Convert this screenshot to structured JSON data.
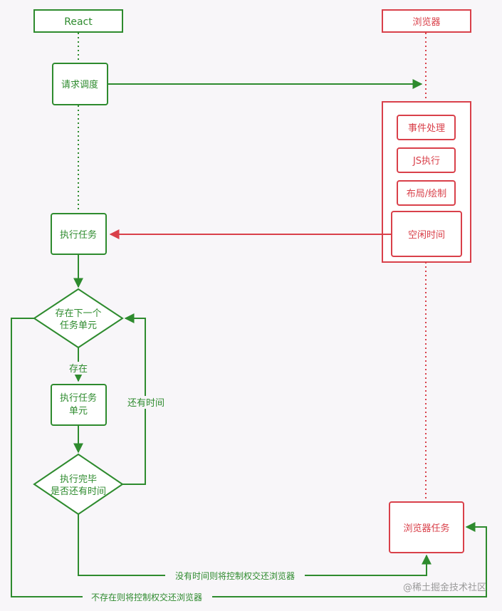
{
  "colors": {
    "react_green": "#2e8b2e",
    "browser_red": "#d9404a",
    "background": "#f8f6f9",
    "box_fill": "#ffffff",
    "watermark": "#9a9a9a"
  },
  "nodes": {
    "react_header": "React",
    "browser_header": "浏览器",
    "request_schedule": "请求调度",
    "event_handling": "事件处理",
    "js_execution": "JS执行",
    "layout_paint": "布局/绘制",
    "idle_time": "空闲时间",
    "execute_task": "执行任务",
    "has_next_unit_line1": "存在下一个",
    "has_next_unit_line2": "任务单元",
    "execute_unit_line1": "执行任务",
    "execute_unit_line2": "单元",
    "done_check_line1": "执行完毕",
    "done_check_line2": "是否还有时间",
    "browser_task": "浏览器任务"
  },
  "edges": {
    "exists_label": "存在",
    "has_time_label": "还有时间",
    "no_time_label": "没有时间则将控制权交还浏览器",
    "not_exists_label": "不存在则将控制权交还浏览器"
  },
  "watermark": "@稀土掘金技术社区"
}
